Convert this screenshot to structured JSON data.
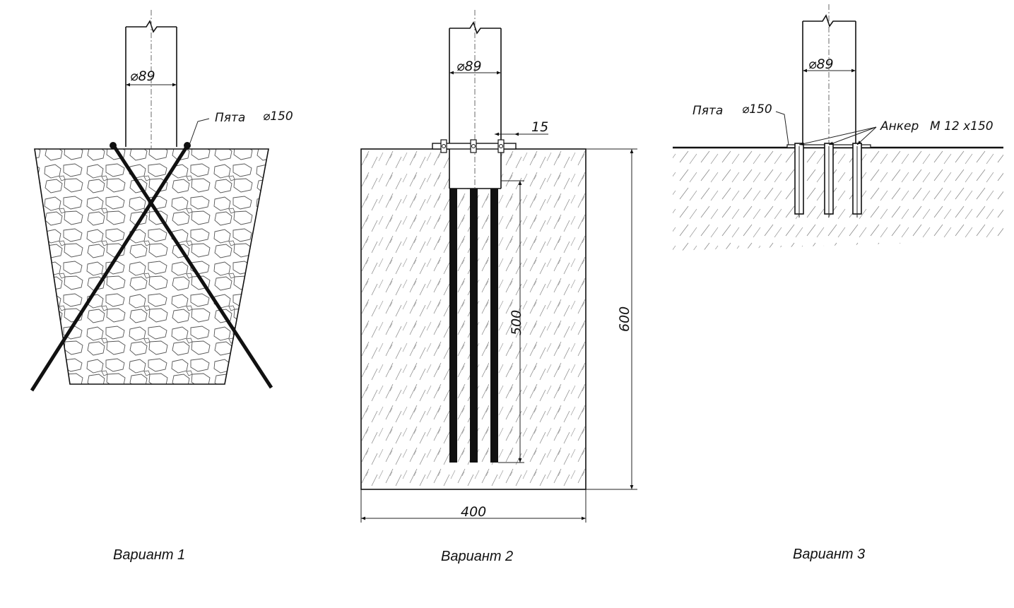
{
  "variant1": {
    "post_diameter": "⌀89",
    "base_note": "Пята",
    "base_diameter": "⌀150",
    "caption": "Вариант 1"
  },
  "variant2": {
    "post_diameter": "⌀89",
    "plate_dim": "15",
    "rod_length": "500",
    "block_height": "600",
    "block_width": "400",
    "caption": "Вариант 2"
  },
  "variant3": {
    "post_diameter": "⌀89",
    "base_note": "Пята",
    "base_diameter": "⌀150",
    "anchor_note": "Анкер",
    "anchor_size": "М 12 х150",
    "caption": "Вариант 3"
  },
  "colors": {
    "line": "#111111",
    "hatch": "#777777",
    "background": "#ffffff"
  }
}
